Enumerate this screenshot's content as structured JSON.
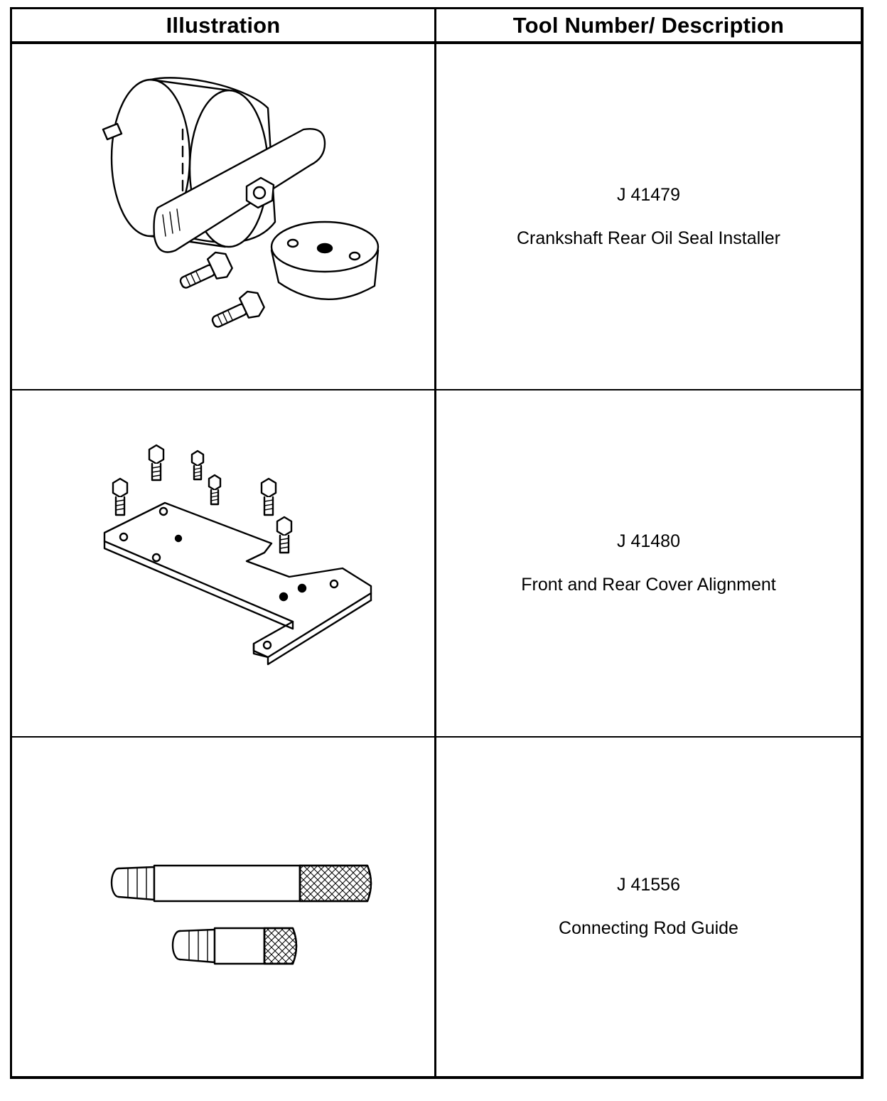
{
  "table": {
    "headers": {
      "illustration": "Illustration",
      "tool": "Tool Number/ Description"
    },
    "rows": [
      {
        "number": "J 41479",
        "description": "Crankshaft Rear Oil Seal Installer",
        "illustration_icon": "seal-installer-drawing"
      },
      {
        "number": "J 41480",
        "description": "Front and Rear Cover Alignment",
        "illustration_icon": "cover-alignment-plate-drawing"
      },
      {
        "number": "J 41556",
        "description": "Connecting Rod Guide",
        "illustration_icon": "rod-guide-drawing"
      }
    ]
  }
}
